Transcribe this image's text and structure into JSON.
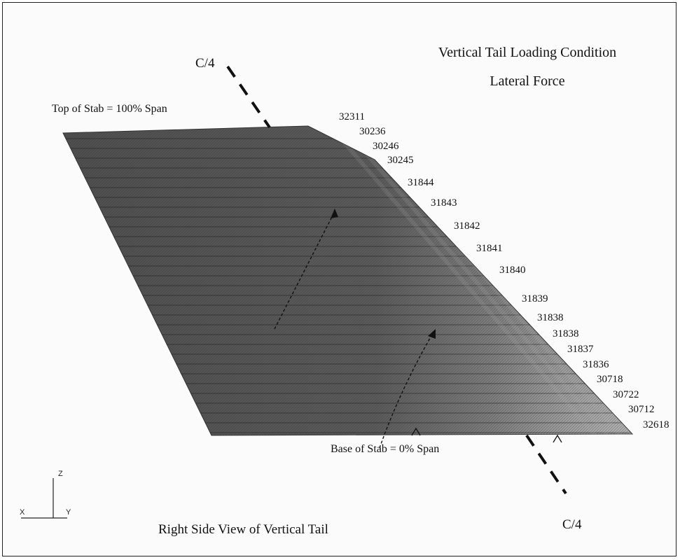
{
  "title": "Vertical Tail Loading Condition",
  "subtitle": "Lateral Force",
  "top_label": "Top of Stab = 100% Span",
  "base_label": "Base of Stab = 0% Span",
  "view_label": "Right Side View of Vertical Tail",
  "c4_top": "C/4",
  "c4_bottom": "C/4",
  "axis": {
    "z": "Z",
    "x": "X",
    "y": "Y"
  },
  "node_labels": [
    "32311",
    "30236",
    "30246",
    "30245",
    "31844",
    "31843",
    "31842",
    "31841",
    "31840",
    "31839",
    "31838",
    "31838",
    "31837",
    "31836",
    "30718",
    "30722",
    "30712",
    "32618"
  ],
  "colors": {
    "surface_dark": "#555555",
    "surface_light": "#9a9a9a",
    "line": "#222222",
    "background": "#fbfbfb"
  }
}
